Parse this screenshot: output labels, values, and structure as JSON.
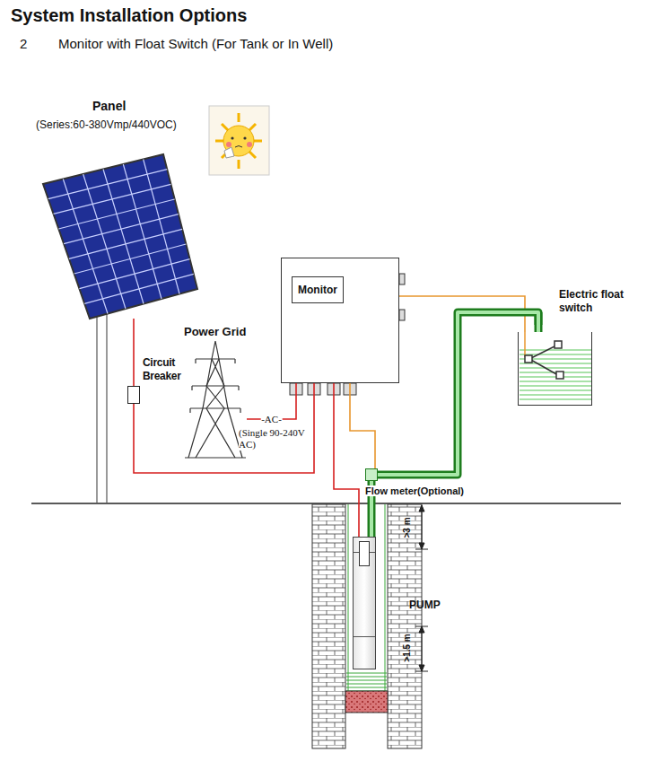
{
  "diagram": {
    "title": "System Installation Options",
    "nodes": [
      {
        "text": [
          "Panel",
          "(Series:60-380Vmp/440VOC)"
        ]
      },
      {
        "text": [
          "Circuit Breaker"
        ]
      },
      {
        "text": [
          "Power Grid"
        ]
      },
      {
        "text": [
          "Monitor"
        ]
      },
      {
        "text": [
          "Electric float switch"
        ]
      },
      {
        "text": [
          "Flow meter(Optional)"
        ]
      },
      {
        "text": [
          "PUMP"
        ]
      }
    ],
    "edges": [
      {
        "from": 0,
        "to": 1,
        "arrow": "none"
      },
      {
        "from": 1,
        "to": 3,
        "arrow": "none"
      },
      {
        "from": 2,
        "to": 3,
        "label": "-AC-",
        "arrow": "none"
      },
      {
        "from": 3,
        "to": 6,
        "arrow": "none"
      },
      {
        "from": 3,
        "to": 4,
        "arrow": "none"
      },
      {
        "from": 3,
        "to": 5,
        "arrow": "none"
      },
      {
        "from": 6,
        "to": 5,
        "arrow": "none"
      },
      {
        "from": 5,
        "to": 4,
        "arrow": "none"
      }
    ],
    "labels": [
      "2",
      "Monitor with Float Switch (For Tank or In Well)",
      "(Single 90-240V AC)",
      ">3 m",
      ">1.5 m"
    ]
  }
}
